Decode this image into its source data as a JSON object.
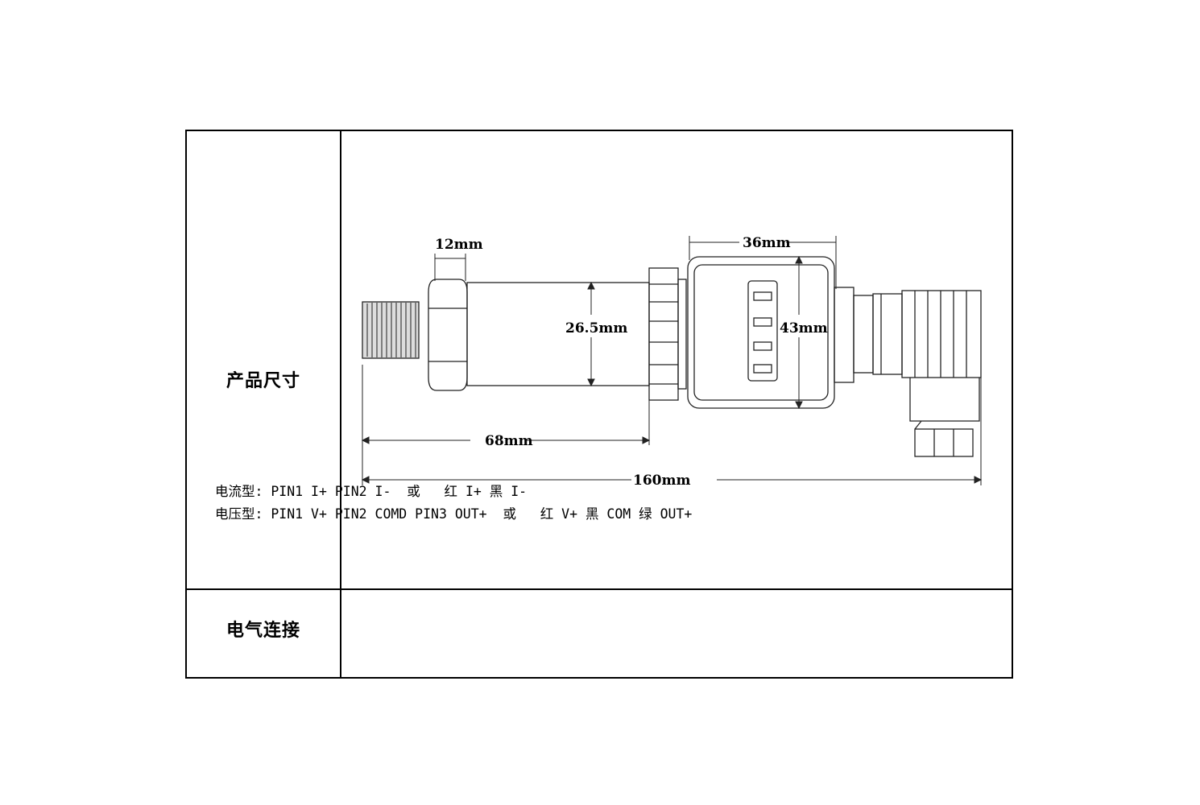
{
  "rows": {
    "size_label": "产品尺寸",
    "elec_label": "电气连接"
  },
  "dimensions": {
    "hex_width": "12mm",
    "housing_width": "36mm",
    "body_diameter": "26.5mm",
    "housing_height": "43mm",
    "length_to_housing": "68mm",
    "total_length": "160mm"
  },
  "wiring": {
    "current_type": "电流型: PIN1 I+ PIN2 I-  或   红 I+ 黑 I-",
    "voltage_type": "电压型: PIN1 V+ PIN2 COMD PIN3 OUT+  或   红 V+ 黑 COM 绿 OUT+"
  }
}
